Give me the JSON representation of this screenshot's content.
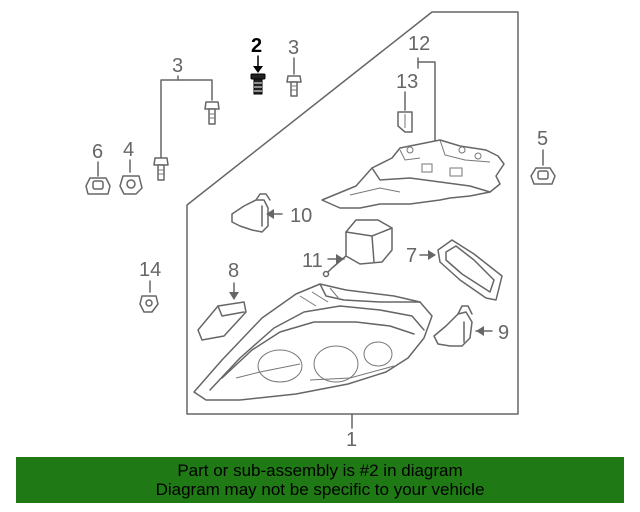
{
  "callouts": {
    "c1": "1",
    "c2": "2",
    "c3a": "3",
    "c3b": "3",
    "c4": "4",
    "c5": "5",
    "c6": "6",
    "c7": "7",
    "c8": "8",
    "c9": "9",
    "c10": "10",
    "c11": "11",
    "c12": "12",
    "c13": "13",
    "c14": "14"
  },
  "highlighted_part": "2",
  "banner": {
    "line1": "Part or sub-assembly is #2 in diagram",
    "line2": "Diagram may not be specific to your vehicle"
  },
  "colors": {
    "banner_bg": "#1f7a15",
    "line": "#666666",
    "highlight": "#000000"
  }
}
